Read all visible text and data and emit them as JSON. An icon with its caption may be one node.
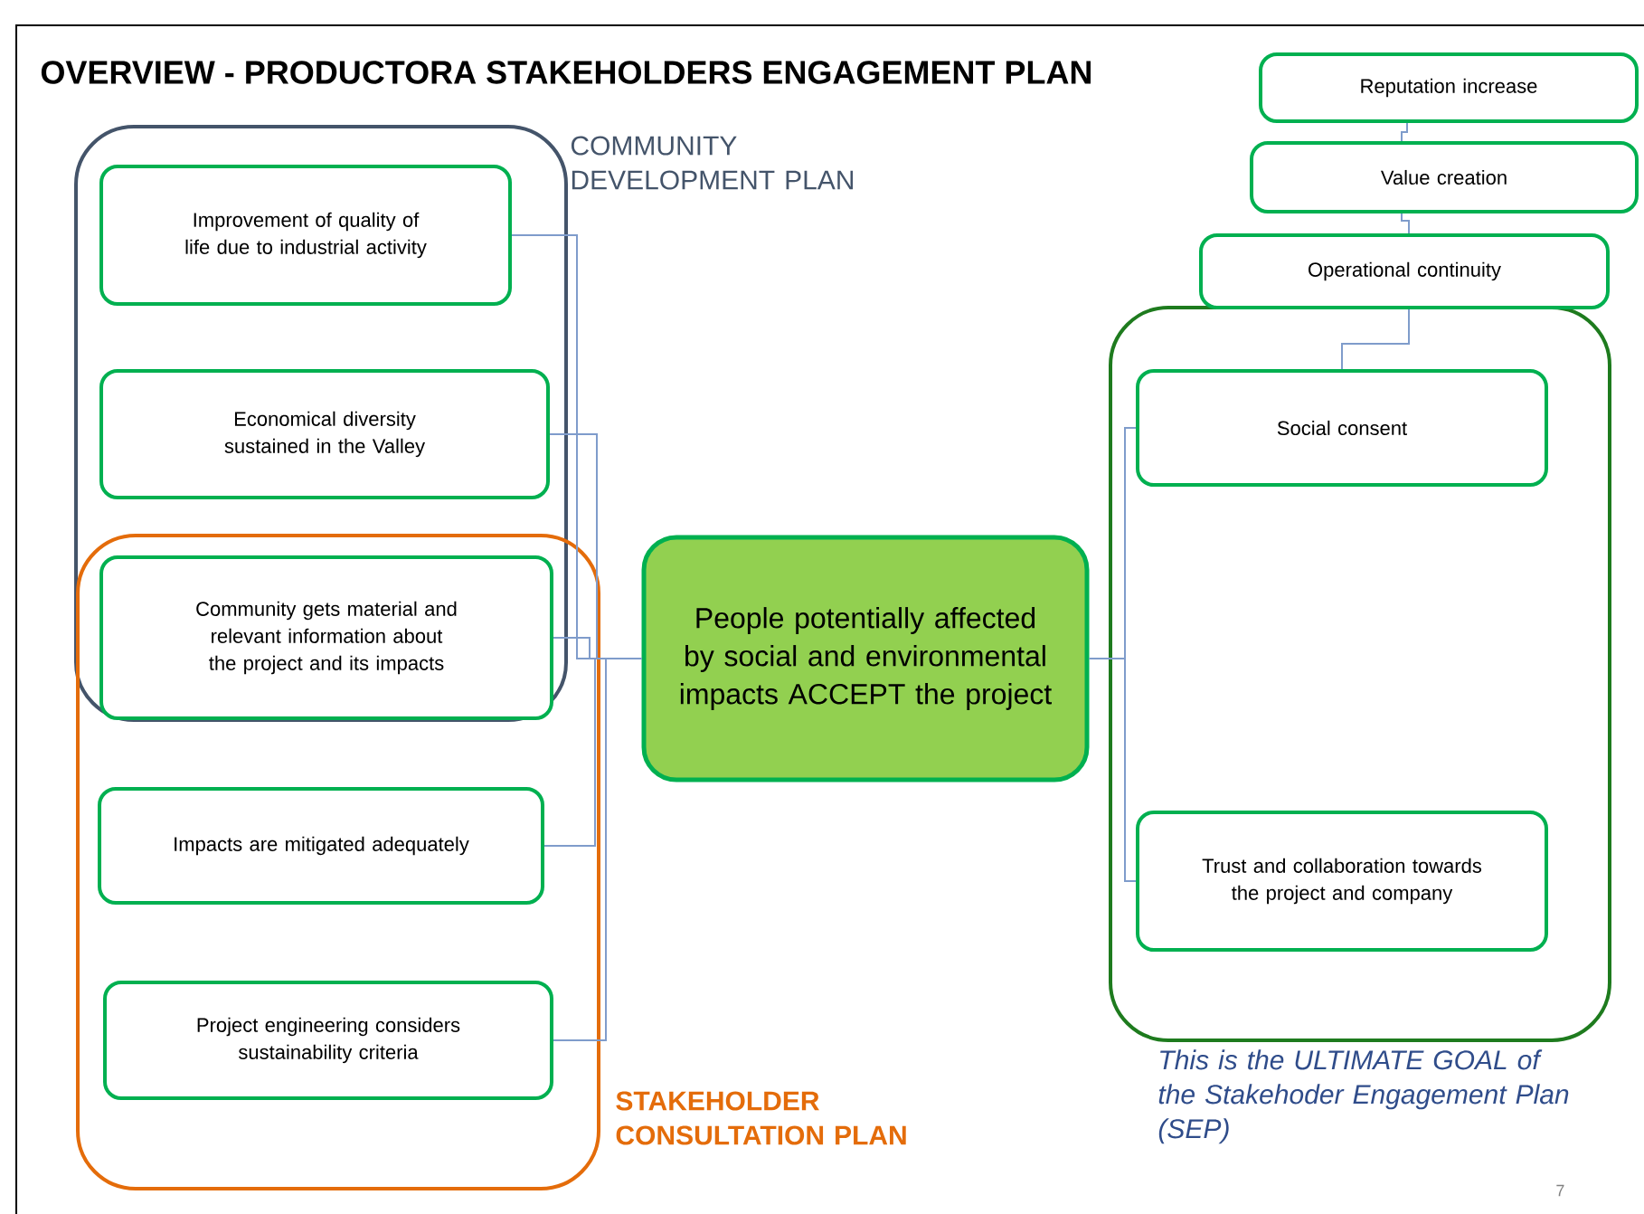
{
  "diagram": {
    "title": "OVERVIEW - PRODUCTORA STAKEHOLDERS ENGAGEMENT PLAN",
    "nodes": [
      {
        "text": [
          "COMMUNITY DEVELOPMENT PLAN"
        ]
      },
      {
        "text": [
          "Improvement of quality of life due to industrial activity"
        ],
        "in": 0
      },
      {
        "text": [
          "Economical diversity sustained in the Valley"
        ],
        "in": 0
      },
      {
        "text": [
          "STAKEHOLDER CONSULTATION PLAN"
        ]
      },
      {
        "text": [
          "Community gets material and relevant information  about the project and its impacts"
        ]
      },
      {
        "text": [
          "Impacts are mitigated adequately"
        ],
        "in": 3
      },
      {
        "text": [
          "Project engineering  considers sustainability criteria"
        ],
        "in": 3
      },
      {
        "text": [
          "People potentially affected by social and environmental impacts ACCEPT the project"
        ]
      },
      {
        "text": [
          "This is the ULTIMATE GOAL of the Stakehoder Engagement Plan (SEP)"
        ]
      },
      {
        "text": [
          "Social consent"
        ],
        "in": 8
      },
      {
        "text": [
          "Trust and collaboration towards the project and company"
        ],
        "in": 8
      },
      {
        "text": [
          "Operational continuity"
        ]
      },
      {
        "text": [
          "Value creation"
        ]
      },
      {
        "text": [
          "Reputation increase"
        ]
      }
    ],
    "edges": [
      {
        "from": 1,
        "to": 7,
        "arrow": "none"
      },
      {
        "from": 2,
        "to": 7,
        "arrow": "none"
      },
      {
        "from": 4,
        "to": 7,
        "arrow": "none"
      },
      {
        "from": 5,
        "to": 7,
        "arrow": "none"
      },
      {
        "from": 6,
        "to": 7,
        "arrow": "none"
      },
      {
        "from": 7,
        "to": 9,
        "arrow": "none"
      },
      {
        "from": 7,
        "to": 10,
        "arrow": "none"
      },
      {
        "from": 9,
        "to": 11,
        "arrow": "none"
      },
      {
        "from": 11,
        "to": 12,
        "arrow": "none"
      },
      {
        "from": 12,
        "to": 13,
        "arrow": "none"
      }
    ],
    "labels": [
      "7"
    ]
  }
}
